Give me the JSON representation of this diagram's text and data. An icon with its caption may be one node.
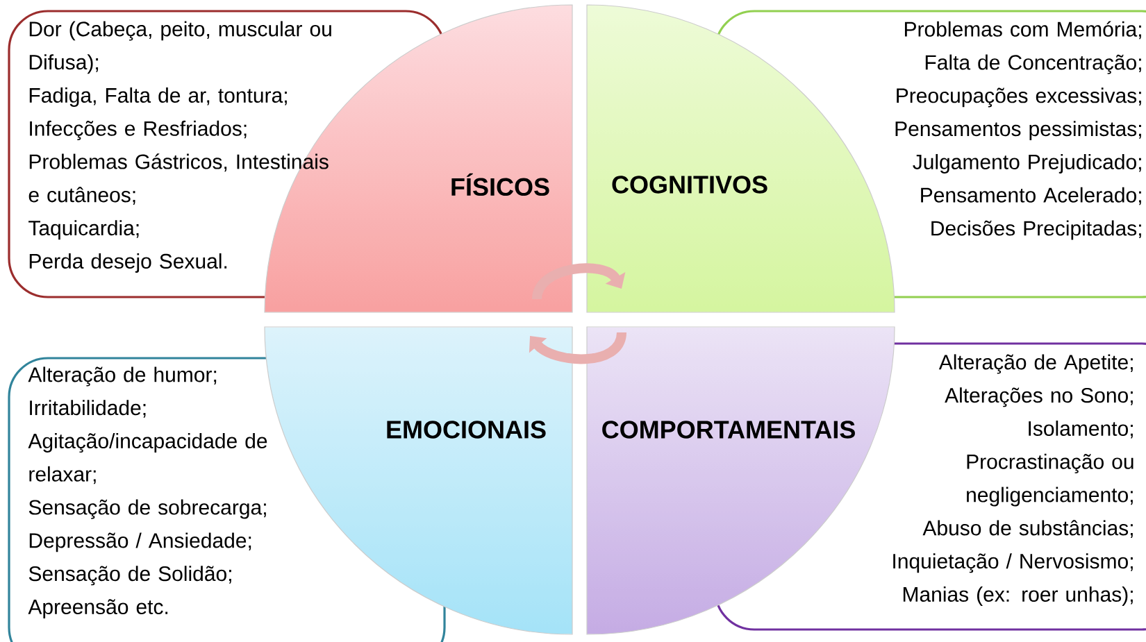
{
  "diagram": {
    "nodes": [
      {
        "text": [
          "Dor (Cabeça, peito, muscular ou Difusa);",
          "Fadiga, Falta de ar, tontura;",
          "Infecções e Resfriados;",
          "Problemas Gástricos, Intestinais e cutâneos;",
          "Taquicardia;",
          "Perda desejo Sexual."
        ]
      },
      {
        "text": [
          "FÍSICOS"
        ]
      },
      {
        "text": [
          "COGNITIVOS"
        ]
      },
      {
        "text": [
          "Problemas com Memória;",
          "Falta de Concentração;",
          "Preocupações excessivas;",
          "Pensamentos pessimistas;",
          "Julgamento Prejudicado;",
          "Pensamento Acelerado;",
          "Decisões Precipitadas;"
        ]
      },
      {
        "text": [
          "Alteração de humor;",
          "Irritabilidade;",
          "Agitação/incapacidade de relaxar;",
          "Sensação de sobrecarga;",
          "Depressão / Ansiedade;",
          "Sensação de Solidão;",
          "Apreensão etc."
        ]
      },
      {
        "text": [
          "EMOCIONAIS"
        ]
      },
      {
        "text": [
          "COMPORTAMENTAIS"
        ]
      },
      {
        "text": [
          "Alteração de Apetite;",
          "Alterações no Sono;",
          "Isolamento;",
          "Procrastinação ou negligenciamento;",
          "Abuso de substâncias;",
          "Inquietação / Nervosismo;",
          "Manias (ex: roer unhas);"
        ]
      }
    ],
    "edges": [
      {
        "from": 1,
        "to": 2,
        "arrow": "to"
      },
      {
        "from": 6,
        "to": 5,
        "arrow": "to"
      }
    ]
  }
}
